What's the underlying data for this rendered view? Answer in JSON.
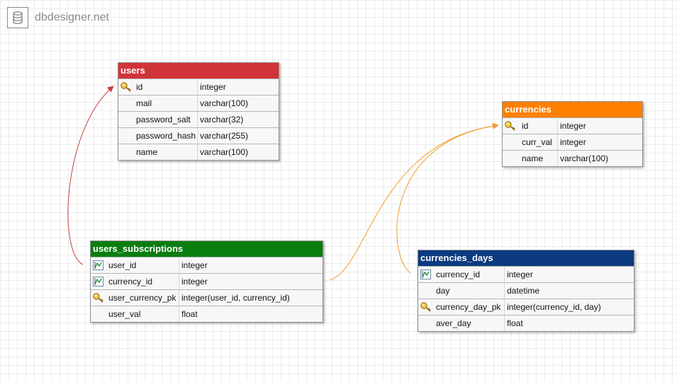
{
  "brand": {
    "name": "dbdesigner.net",
    "icon": "database-icon"
  },
  "colors": {
    "users": "#d13438",
    "users_subscriptions": "#0a7d10",
    "currencies": "#ff8000",
    "currencies_days": "#0b3a80",
    "link_red": "#c94040",
    "link_orange": "#f29b2c"
  },
  "tables": {
    "users": {
      "name": "users",
      "columns": [
        {
          "name": "id",
          "type": "integer",
          "key": "primary"
        },
        {
          "name": "mail",
          "type": "varchar(100)"
        },
        {
          "name": "password_salt",
          "type": "varchar(32)"
        },
        {
          "name": "password_hash",
          "type": "varchar(255)"
        },
        {
          "name": "name",
          "type": "varchar(100)"
        }
      ]
    },
    "users_subscriptions": {
      "name": "users_subscriptions",
      "columns": [
        {
          "name": "user_id",
          "type": "integer",
          "key": "foreign"
        },
        {
          "name": "currency_id",
          "type": "integer",
          "key": "foreign"
        },
        {
          "name": "user_currency_pk",
          "type": "integer(user_id, currency_id)",
          "key": "primary"
        },
        {
          "name": "user_val",
          "type": "float"
        }
      ]
    },
    "currencies": {
      "name": "currencies",
      "columns": [
        {
          "name": "id",
          "type": "integer",
          "key": "primary"
        },
        {
          "name": "curr_val",
          "type": "integer"
        },
        {
          "name": "name",
          "type": "varchar(100)"
        }
      ]
    },
    "currencies_days": {
      "name": "currencies_days",
      "columns": [
        {
          "name": "currency_id",
          "type": "integer",
          "key": "foreign"
        },
        {
          "name": "day",
          "type": "datetime"
        },
        {
          "name": "currency_day_pk",
          "type": "integer(currency_id, day)",
          "key": "primary"
        },
        {
          "name": "aver_day",
          "type": "float"
        }
      ]
    }
  },
  "relations": [
    {
      "from": "users_subscriptions.user_id",
      "to": "users.id"
    },
    {
      "from": "users_subscriptions.currency_id",
      "to": "currencies.id"
    },
    {
      "from": "currencies_days.currency_id",
      "to": "currencies.id"
    }
  ]
}
